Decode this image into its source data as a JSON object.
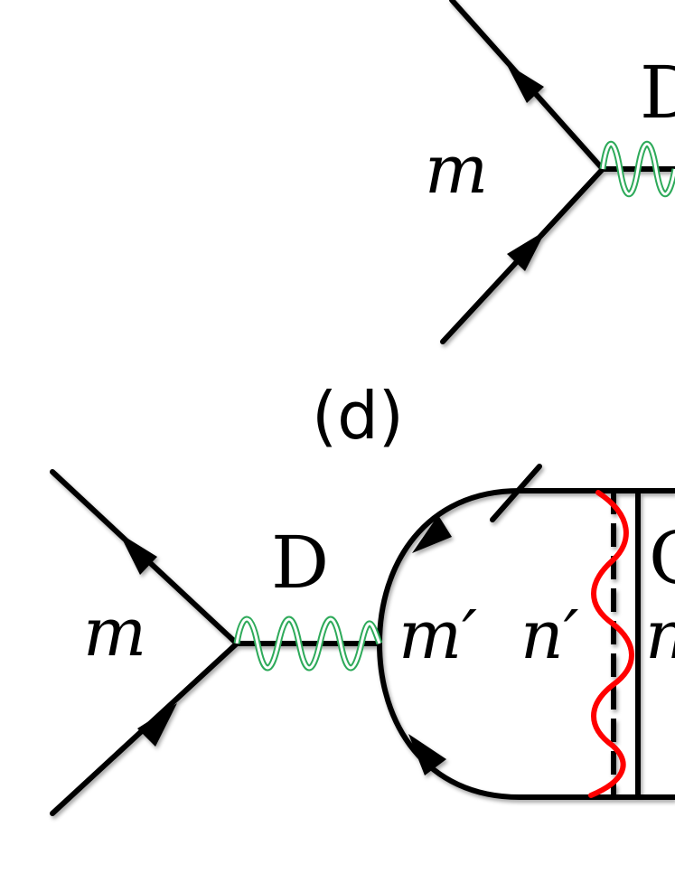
{
  "diagram": {
    "colors": {
      "line": "#000000",
      "boson_outline": "#2eaa5a",
      "interaction_wave": "#ff0000"
    },
    "top": {
      "label_m": "m",
      "label_D": "D"
    },
    "panel_label": "(d)",
    "bottom": {
      "label_m": "m",
      "label_D": "D",
      "label_m_prime": "m′",
      "label_n_prime": "n′",
      "label_cut_right": "n",
      "label_cut_top": "C"
    }
  }
}
